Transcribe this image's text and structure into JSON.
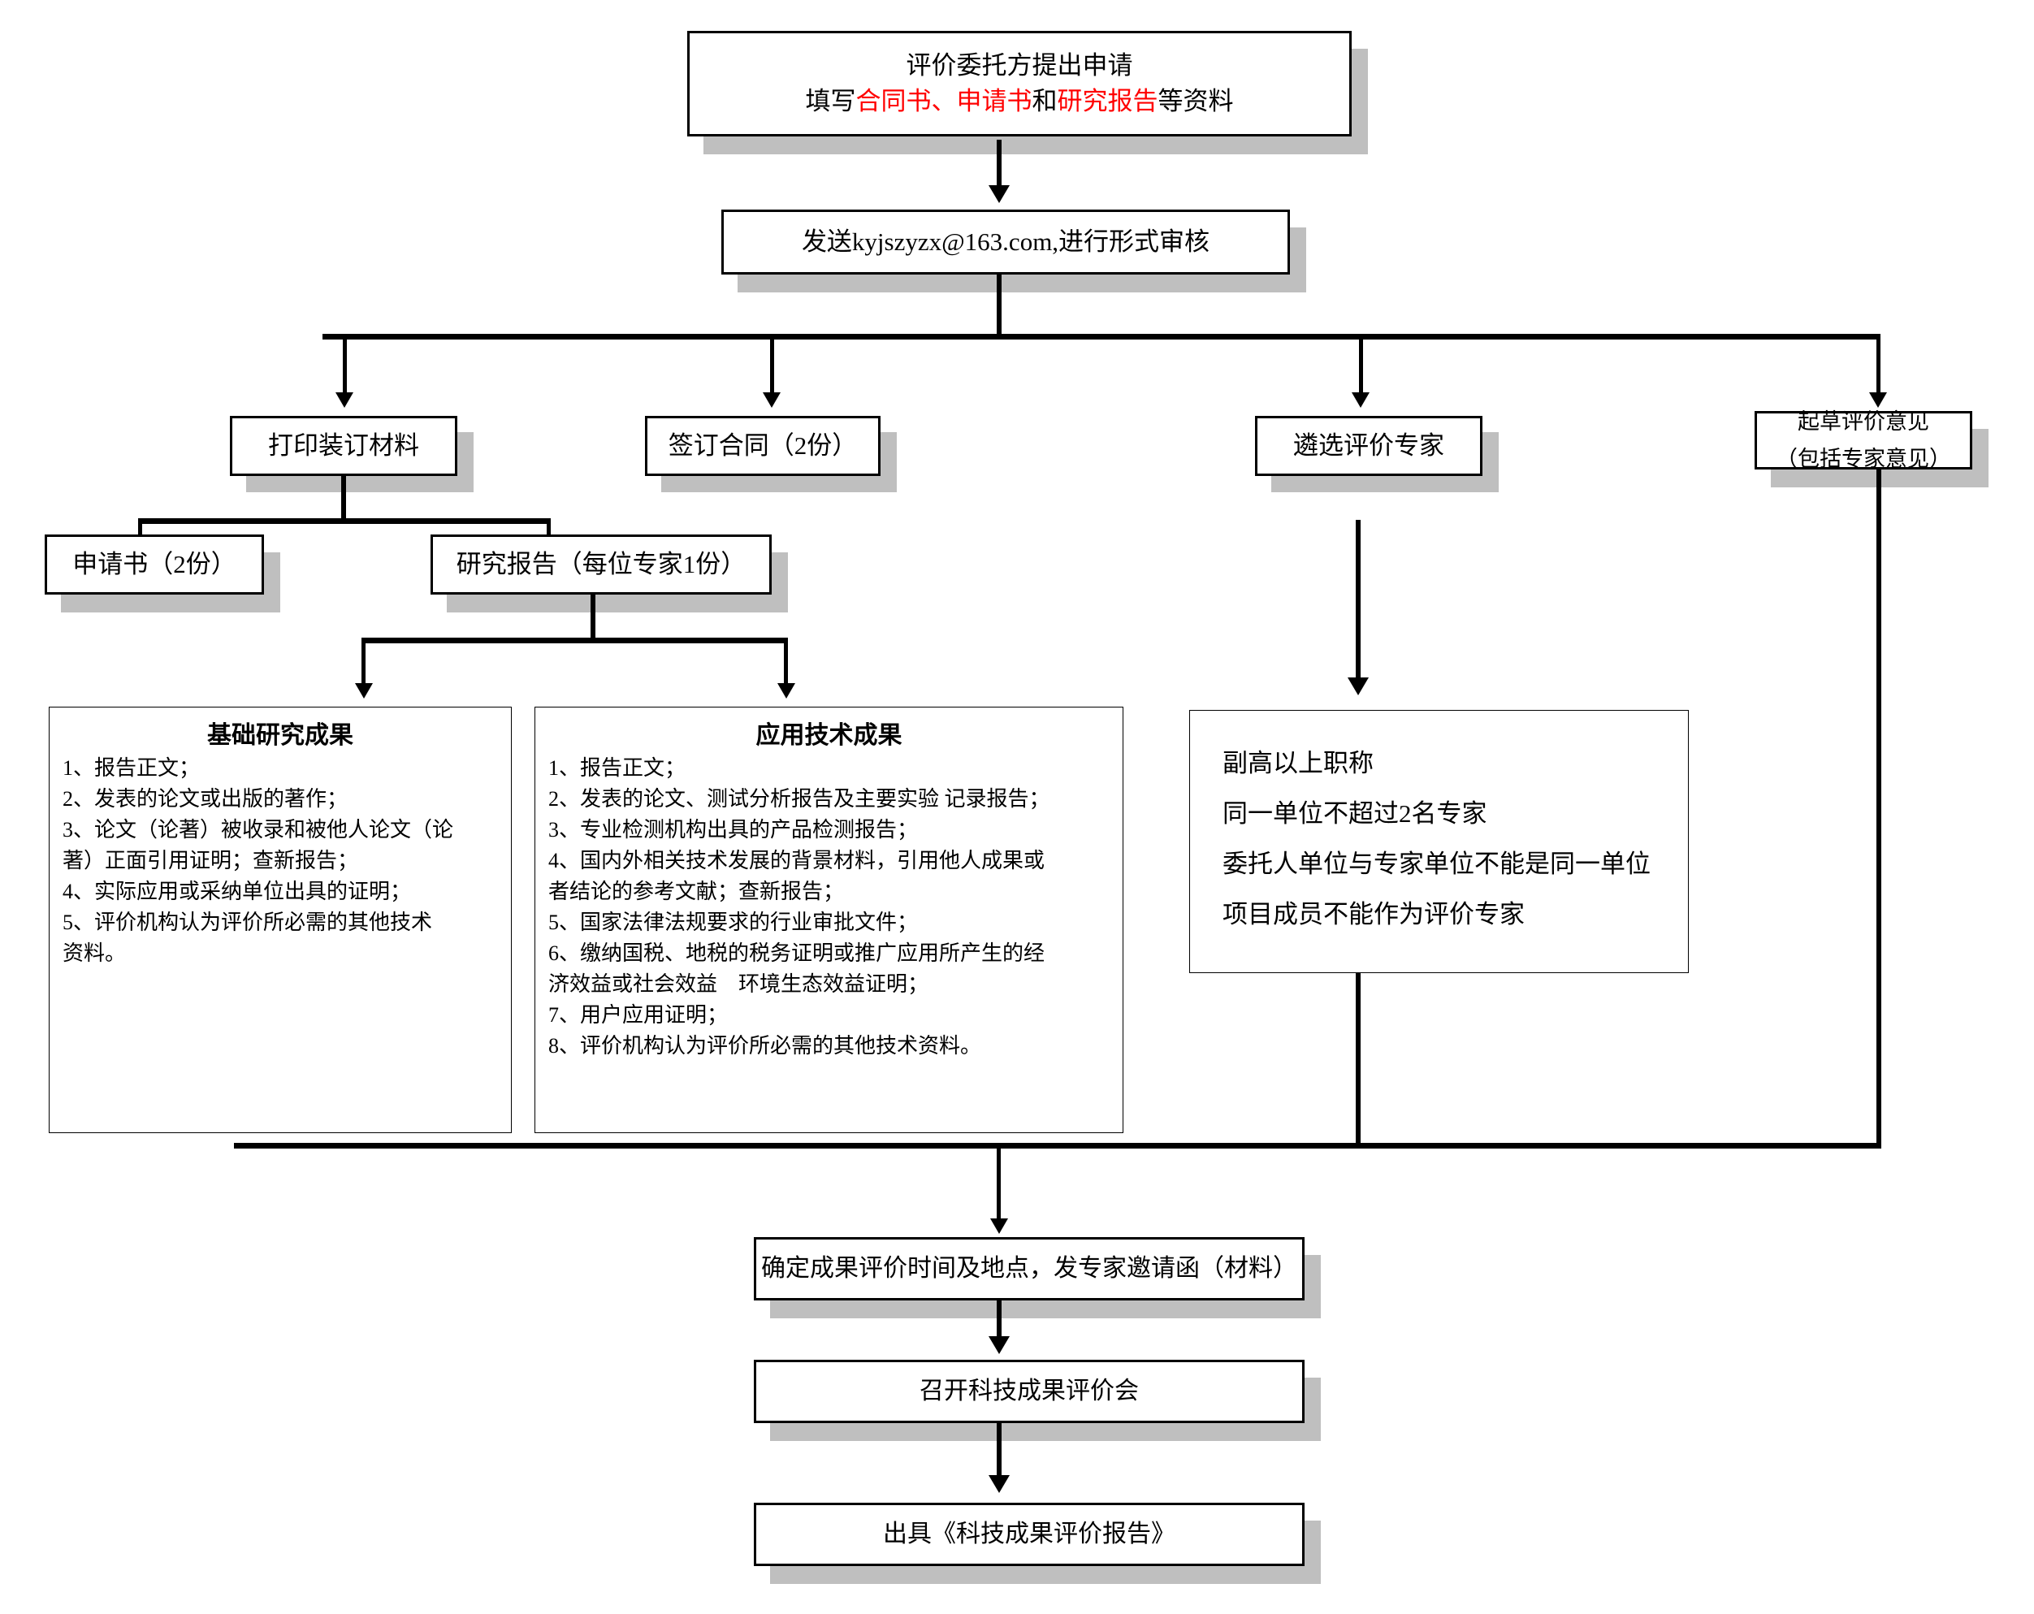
{
  "diagram": {
    "title": "科技成果评价流程图",
    "type": "flowchart",
    "accent_color": "#ff0000",
    "box_border_color": "#000000",
    "shadow_color": "#bfbfbf",
    "background": "#ffffff"
  },
  "nodes": {
    "apply": {
      "line1": "评价委托方提出申请",
      "line2_prefix": "填写",
      "line2_red1": "合同书、申请书",
      "line2_mid": "和",
      "line2_red2": "研究报告",
      "line2_suffix": "等资料"
    },
    "send_email": {
      "text": "发送kyjszyzx@163.com,进行形式审核",
      "email": "kyjszyzx@163.com"
    },
    "print_bind": {
      "text": "打印装订材料"
    },
    "sign_contract": {
      "text": "签订合同（2份）"
    },
    "select_experts": {
      "text": "遴选评价专家"
    },
    "draft_opinion": {
      "line1": "起草评价意见",
      "line2": "（包括专家意见）"
    },
    "application_copies": {
      "text": "申请书（2份）"
    },
    "research_report": {
      "text": "研究报告（每位专家1份）"
    },
    "confirm_time": {
      "text": "确定成果评价时间及地点，发专家邀请函（材料）"
    },
    "hold_meeting": {
      "text": "召开科技成果评价会"
    },
    "issue_report": {
      "text": "出具《科技成果评价报告》"
    }
  },
  "panels": {
    "basic_research": {
      "title": "基础研究成果",
      "lines": [
        "1、报告正文；",
        "2、发表的论文或出版的著作；",
        "3、论文（论著）被收录和被他人论文（论",
        "著）正面引用证明；查新报告；",
        "4、实际应用或采纳单位出具的证明；",
        "5、评价机构认为评价所必需的其他技术",
        "资料。"
      ]
    },
    "applied_technology": {
      "title": "应用技术成果",
      "lines": [
        "1、报告正文；",
        "2、发表的论文、测试分析报告及主要实验 记录报告；",
        "3、专业检测机构出具的产品检测报告；",
        "4、国内外相关技术发展的背景材料，引用他人成果或",
        "者结论的参考文献；查新报告；",
        "5、国家法律法规要求的行业审批文件；",
        "6、缴纳国税、地税的税务证明或推广应用所产生的经",
        "济效益或社会效益　环境生态效益证明；",
        "7、用户应用证明；",
        "8、评价机构认为评价所必需的其他技术资料。"
      ]
    },
    "expert_criteria": {
      "lines": [
        "副高以上职称",
        "同一单位不超过2名专家",
        "委托人单位与专家单位不能是同一单位",
        "项目成员不能作为评价专家"
      ]
    }
  }
}
